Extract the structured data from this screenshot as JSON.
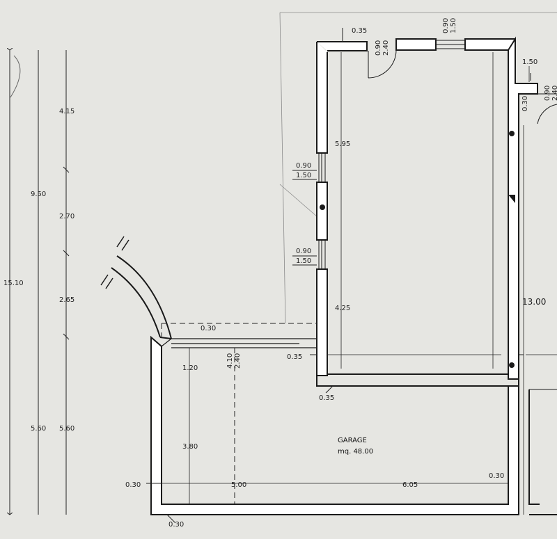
{
  "colors": {
    "paper": "#e6e6e2",
    "wall": "#1a1a1a",
    "thin_line": "#333333",
    "faint_line": "#8a8a8a",
    "fill_wall": "#ffffff"
  },
  "room": {
    "name": "GARAGE",
    "area": "mq. 48.00"
  },
  "left_dimensions": {
    "total": "15.10",
    "col2_top": "9.50",
    "col2_bottom": "5.60",
    "col3_a": "4.15",
    "col3_b": "2.70",
    "col3_c": "2.65",
    "col3_d": "5.60"
  },
  "openings": {
    "top_corner": "0.35",
    "door_top_w": "0.90",
    "door_top_h": "2.40",
    "window_top_w": "0.90",
    "window_top_h": "1.50",
    "right_top_w": "1.50",
    "right_door_w": "0.90",
    "right_door_h": "2.40",
    "right_wall": "0.30",
    "win_left_1_w": "0.90",
    "win_left_1_h": "1.50",
    "win_left_2_w": "0.90",
    "win_left_2_h": "1.50",
    "garage_door_w": "4.10",
    "garage_door_h": "2.40"
  },
  "interior_dimensions": {
    "upper_depth": "5.95",
    "lower_depth": "4.25",
    "right_length": "13.00",
    "g_depth_1": "1.20",
    "g_depth_2": "3.80",
    "g_width_1": "5.00",
    "g_width_2": "6.05",
    "wall_1": "0.30",
    "wall_2": "0.35",
    "wall_3": "0.35",
    "wall_4": "0.30",
    "wall_5": "0.30",
    "wall_6": "0.30"
  }
}
